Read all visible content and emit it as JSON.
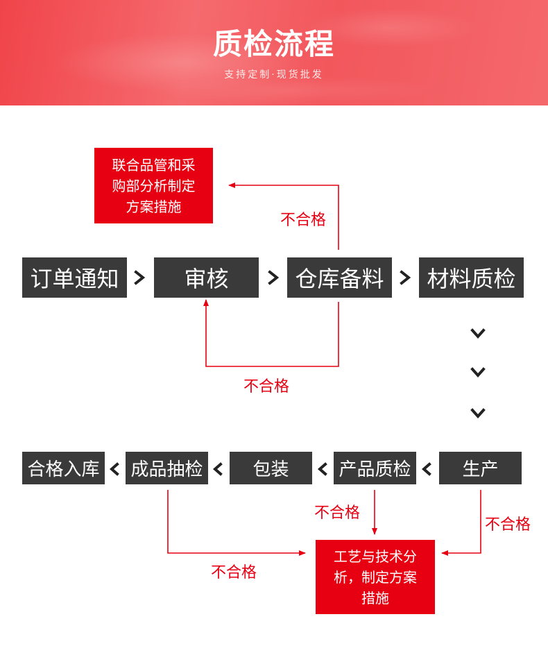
{
  "header": {
    "title": "质检流程",
    "subtitle": "支持定制·现货批发"
  },
  "flow_top": {
    "steps": [
      "订单通知",
      "审核",
      "仓库备料",
      "材料质检"
    ]
  },
  "flow_bottom": {
    "steps": [
      "合格入库",
      "成品抽检",
      "包装",
      "产品质检",
      "生产"
    ]
  },
  "red_boxes": {
    "top": [
      "联合品管和采",
      "购部分析制定",
      "方案措施"
    ],
    "bottom": [
      "工艺与技术分",
      "析，制定方案",
      "措施"
    ]
  },
  "labels": {
    "fail": "不合格"
  },
  "colors": {
    "accent": "#e60012",
    "box": "#3a3a3a",
    "banner": "#f0555a"
  }
}
